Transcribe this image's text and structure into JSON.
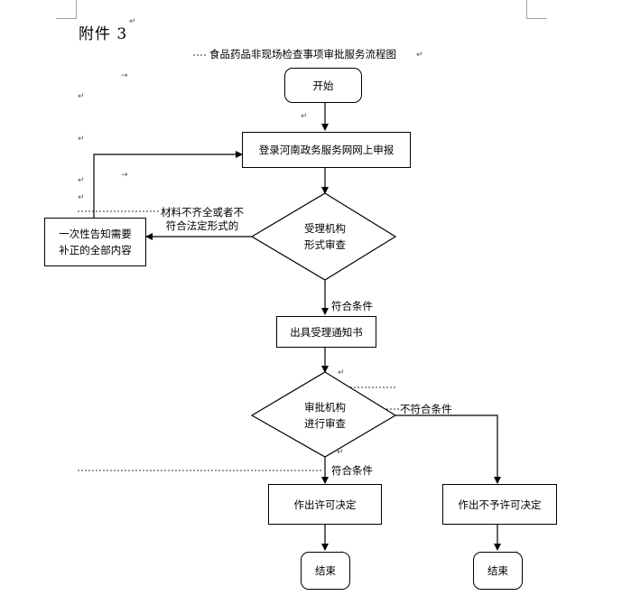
{
  "header": {
    "attachment": "附件 3",
    "title": "食品药品非现场检查事项审批服务流程图"
  },
  "nodes": {
    "start": "开始",
    "login": "登录河南政务服务网网上申报",
    "review_line1": "受理机构",
    "review_line2": "形式审查",
    "notify_line1": "一次性告知需要",
    "notify_line2": "补正的全部内容",
    "accept_notice": "出具受理通知书",
    "approve_line1": "审批机构",
    "approve_line2": "进行审查",
    "grant": "作出许可决定",
    "deny": "作出不予许可决定",
    "end_left": "结束",
    "end_right": "结束"
  },
  "edge_labels": {
    "incomplete_line1": "材料不齐全或者不",
    "incomplete_line2": "符合法定形式的",
    "meets_1": "符合条件",
    "meets_2": "符合条件",
    "not_meets": "不符合条件"
  }
}
